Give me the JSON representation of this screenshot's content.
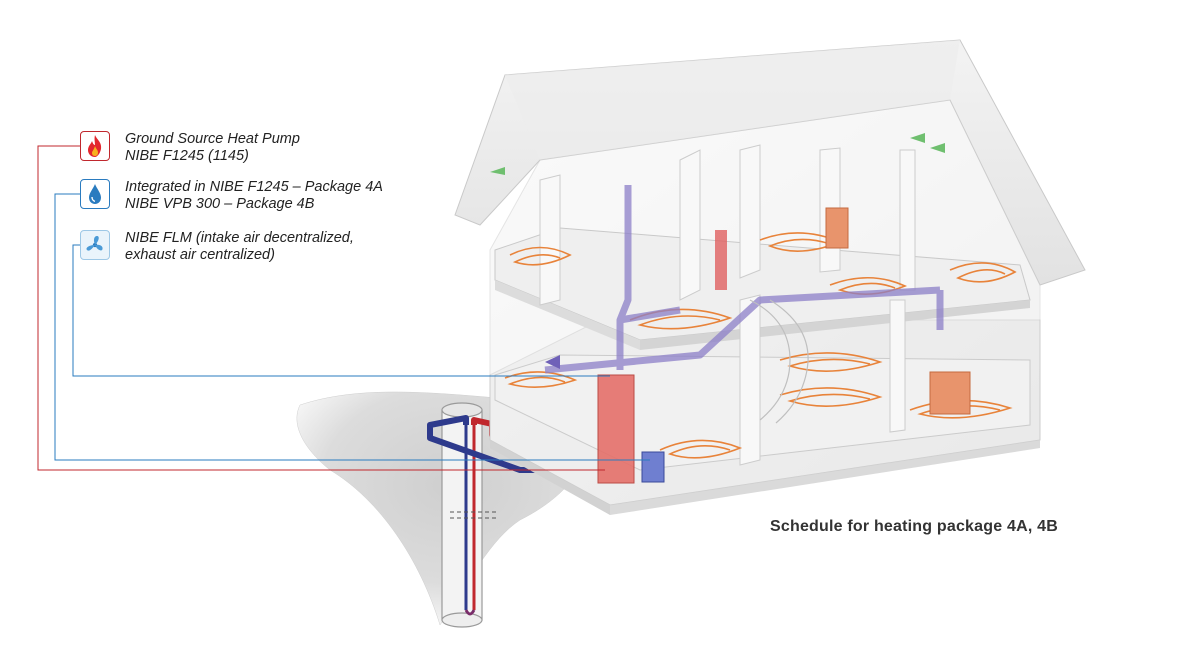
{
  "legend": {
    "items": [
      {
        "icon": "flame-icon",
        "lines": [
          "Ground Source Heat Pump",
          "NIBE F1245 (1145)"
        ],
        "color": "#c0272d"
      },
      {
        "icon": "water-drop-icon",
        "lines": [
          "Integrated in NIBE F1245 – Package 4A",
          "NIBE VPB 300 – Package 4B"
        ],
        "color": "#2a7bbf"
      },
      {
        "icon": "fan-icon",
        "lines": [
          "NIBE FLM (intake air decentralized,",
          "exhaust air centralized)"
        ],
        "color": "#2a7bbf"
      }
    ]
  },
  "caption": "Schedule for heating package 4A, 4B",
  "colors": {
    "heat": "#c0272d",
    "water": "#2a7bbf",
    "ventilation": "#8c7fc8",
    "underfloor": "#e8833a"
  }
}
